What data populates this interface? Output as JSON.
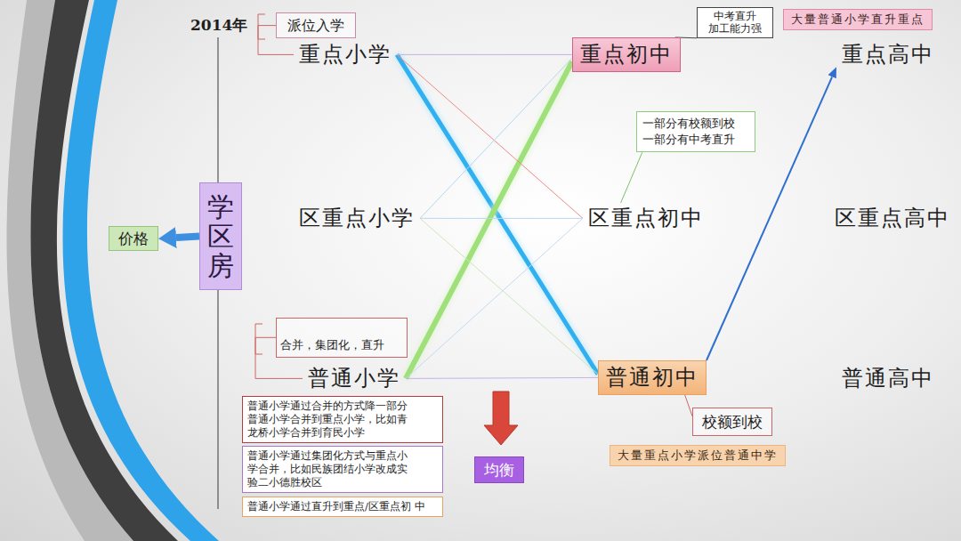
{
  "diagram": {
    "nodes": [
      {
        "text": [
          "派位入学"
        ]
      },
      {
        "text": [
          "中考直升 加工能力强"
        ]
      },
      {
        "text": [
          "大量普通小学直升重点"
        ]
      },
      {
        "text": [
          "重点小学"
        ]
      },
      {
        "text": [
          "重点初中"
        ]
      },
      {
        "text": [
          "重点高中"
        ]
      },
      {
        "text": [
          "一部分有校额到校 一部分有中考直升"
        ]
      },
      {
        "text": [
          "学区房"
        ]
      },
      {
        "text": [
          "价格"
        ]
      },
      {
        "text": [
          "区重点小学"
        ]
      },
      {
        "text": [
          "区重点初中"
        ]
      },
      {
        "text": [
          "区重点高中"
        ]
      },
      {
        "text": [
          "合并，集团化，直升"
        ]
      },
      {
        "text": [
          "普通小学"
        ]
      },
      {
        "text": [
          "普通初中"
        ]
      },
      {
        "text": [
          "普通高中"
        ]
      },
      {
        "text": [
          "校额到校"
        ]
      },
      {
        "text": [
          "普通小学通过合并的方式降一部分 普通小学合并到重点小学，比如青 龙桥小学合并到育民小学"
        ]
      },
      {
        "text": [
          "普通小学通过集团化方式与重点小 学合并，比如民族团结小学改成实 验二小德胜校区"
        ]
      },
      {
        "text": [
          "普通小学通过直升到重点/区重点初 中"
        ]
      },
      {
        "text": [
          "均衡"
        ]
      },
      {
        "text": [
          "大量重点小学派位普通中学"
        ]
      }
    ],
    "edges": [
      {
        "from": 7,
        "to": 8,
        "arrow": "to"
      },
      {
        "from": 3,
        "to": 14,
        "arrow": "none"
      },
      {
        "from": 13,
        "to": 4,
        "arrow": "none"
      },
      {
        "from": 3,
        "to": 4,
        "arrow": "none"
      },
      {
        "from": 3,
        "to": 10,
        "arrow": "none"
      },
      {
        "from": 9,
        "to": 4,
        "arrow": "none"
      },
      {
        "from": 9,
        "to": 10,
        "arrow": "none"
      },
      {
        "from": 9,
        "to": 14,
        "arrow": "none"
      },
      {
        "from": 13,
        "to": 10,
        "arrow": "none"
      },
      {
        "from": 13,
        "to": 14,
        "arrow": "none"
      },
      {
        "from": 14,
        "to": 5,
        "arrow": "to"
      },
      {
        "from": 0,
        "to": 3,
        "arrow": "none"
      },
      {
        "from": 1,
        "to": 4,
        "arrow": "none"
      },
      {
        "from": 6,
        "to": 10,
        "arrow": "none"
      },
      {
        "from": 16,
        "to": 14,
        "arrow": "none"
      },
      {
        "from": 12,
        "to": 13,
        "arrow": "none"
      }
    ],
    "labels": [
      "2014年"
    ]
  }
}
